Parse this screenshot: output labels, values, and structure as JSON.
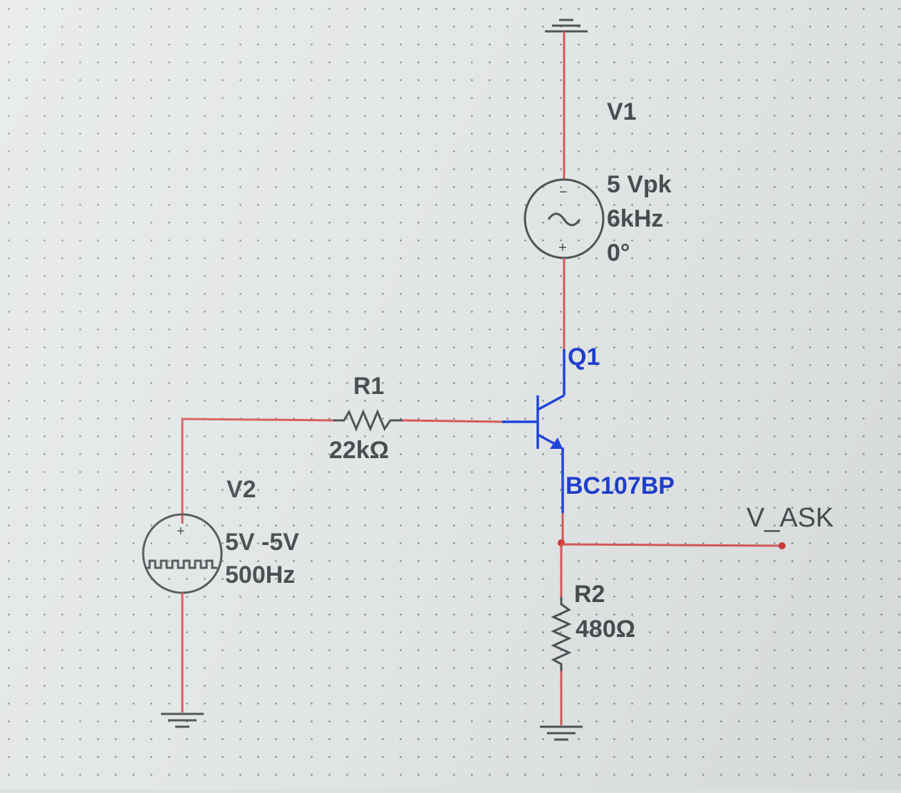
{
  "components": {
    "v1": {
      "ref": "V1",
      "amplitude": "5 Vpk",
      "frequency": "6kHz",
      "phase": "0°",
      "plus": "+",
      "minus": "−"
    },
    "v2": {
      "ref": "V2",
      "levels": "5V -5V",
      "frequency": "500Hz",
      "plus": "+"
    },
    "r1": {
      "ref": "R1",
      "value": "22kΩ"
    },
    "r2": {
      "ref": "R2",
      "value": "480Ω"
    },
    "q1": {
      "ref": "Q1",
      "model": "BC107BP"
    },
    "probe": {
      "name": "V_ASK"
    }
  },
  "colors": {
    "wire": "#d65a5a",
    "transistor": "#2046e0",
    "component": "#4f5456",
    "junction": "#d63a3a"
  }
}
